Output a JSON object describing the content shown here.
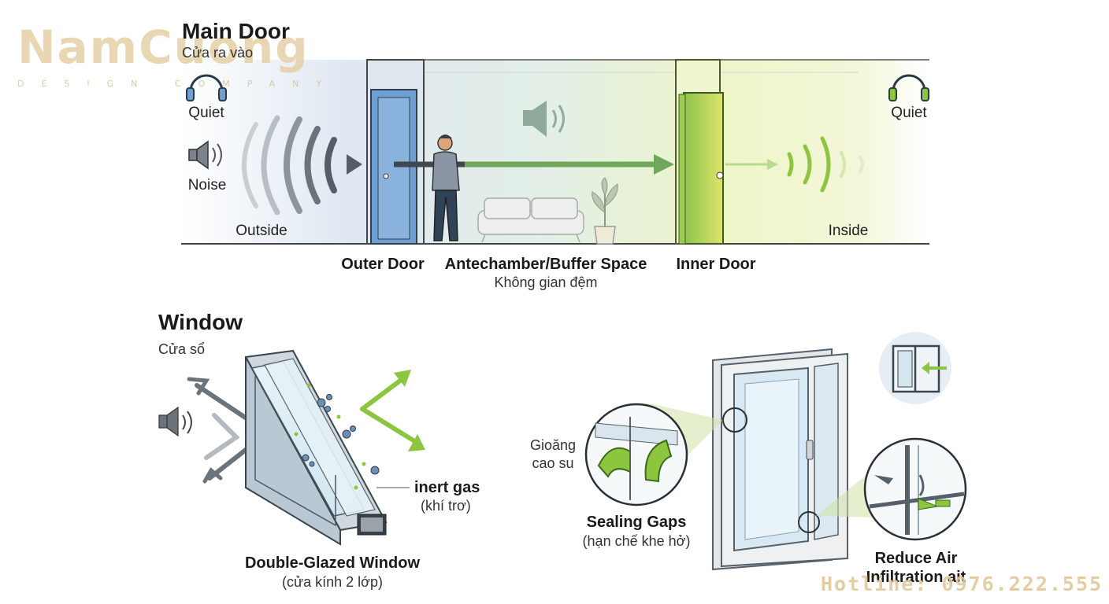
{
  "watermark": {
    "brand": "NamCuong",
    "tagline": "DESIGN COMPANY",
    "hotline": "Hotline: 0976.222.555"
  },
  "main_door": {
    "title": "Main Door",
    "subtitle": "Cửa ra vào",
    "labels": {
      "quiet_left": "Quiet",
      "noise": "Noise",
      "outside": "Outside",
      "quiet_right": "Quiet",
      "inside": "Inside"
    },
    "captions": {
      "outer_door": "Outer Door",
      "antechamber": "Antechamber/Buffer Space",
      "antechamber_sub": "Không gian đệm",
      "inner_door": "Inner Door"
    }
  },
  "window": {
    "title": "Window",
    "subtitle": "Cửa sổ",
    "inert_gas": "inert gas",
    "inert_gas_sub": "(khí trơ)",
    "double_glazed": "Double-Glazed Window",
    "double_glazed_sub": "(cửa kính 2 lớp)",
    "gasket": "Gioăng",
    "gasket_2": "cao su",
    "sealing": "Sealing Gaps",
    "sealing_sub": "(hạn chế khe hở)",
    "reduce_1": "Reduce Air",
    "reduce_2": "Infiltration ait"
  },
  "colors": {
    "accent_green": "#8cc63f",
    "door_blue": "#6f9fd0",
    "wave_gray": "#5b6470"
  }
}
